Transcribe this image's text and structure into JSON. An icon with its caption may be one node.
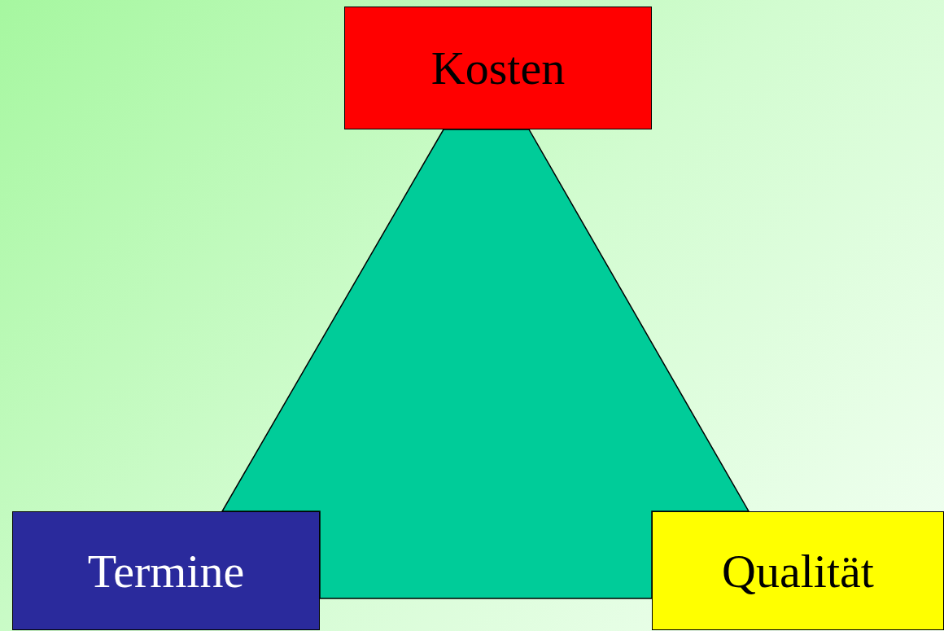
{
  "diagram": {
    "nodes": [
      {
        "text": [
          "Kosten"
        ]
      },
      {
        "text": [],
        "shape": "triangle"
      },
      {
        "text": [
          "Termine"
        ]
      },
      {
        "text": [
          "Qualität"
        ]
      }
    ]
  }
}
